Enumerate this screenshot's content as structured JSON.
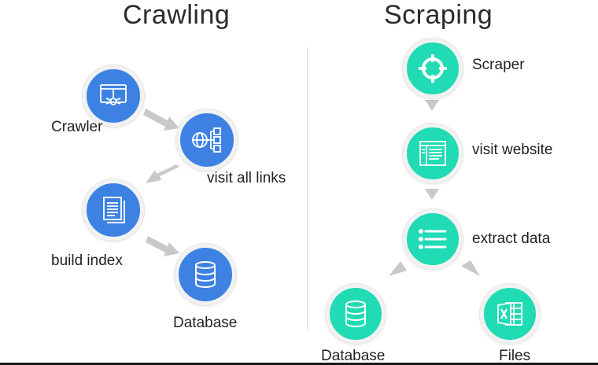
{
  "colors": {
    "blue": "#3d82e3",
    "teal": "#20dbb4",
    "arrow": "#c9c9c9"
  },
  "crawling": {
    "title": "Crawling",
    "crawler": {
      "label": "Crawler",
      "icon": "spider-window-icon"
    },
    "visit_links": {
      "label": "visit all links",
      "icon": "globe-sitemap-icon"
    },
    "build_index": {
      "label": "build index",
      "icon": "document-stack-icon"
    },
    "database": {
      "label": "Database",
      "icon": "database-icon"
    }
  },
  "scraping": {
    "title": "Scraping",
    "scraper": {
      "label": "Scraper",
      "icon": "crosshair-icon"
    },
    "visit_website": {
      "label": "visit website",
      "icon": "browser-window-icon"
    },
    "extract_data": {
      "label": "extract data",
      "icon": "list-icon"
    },
    "database": {
      "label": "Database",
      "icon": "database-icon"
    },
    "files": {
      "label": "Files",
      "icon": "excel-file-icon"
    }
  }
}
